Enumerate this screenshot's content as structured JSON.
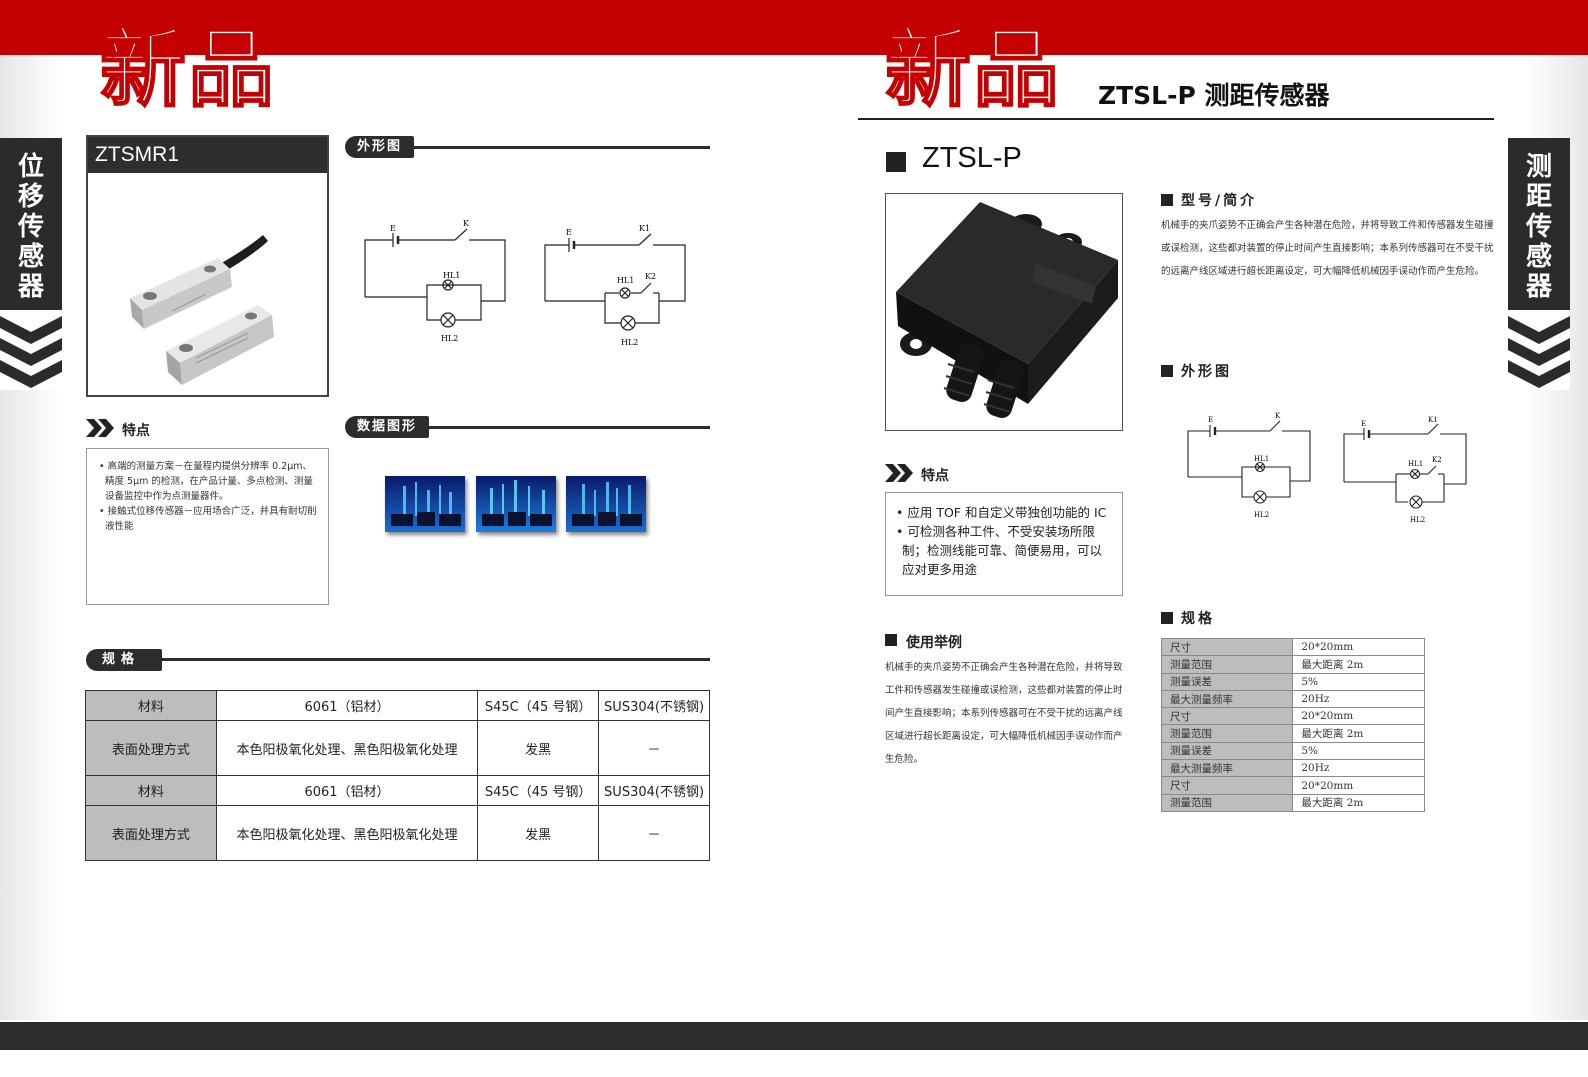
{
  "left_page": {
    "header_title": "新品",
    "side_tab_chars": [
      "位",
      "移",
      "传",
      "感",
      "器"
    ],
    "product_card": {
      "name": "ZTSMR1"
    },
    "outline_label": "外形图",
    "circuit_a": {
      "labels": [
        "E",
        "K",
        "HL1",
        "HL2"
      ]
    },
    "circuit_b": {
      "labels": [
        "E",
        "K1",
        "HL1",
        "K2",
        "HL2"
      ]
    },
    "features": {
      "title": "特点",
      "items": [
        "高端的测量方案－在量程内提供分辨率 0.2μm、精度 5μm 的检测，在产品计量、多点检测、测量设备监控中作为点测量器件。",
        "接触式位移传感器－应用场合广泛，并具有耐切削液性能"
      ]
    },
    "data_graph_label": "数据图形",
    "spec_label": "规格",
    "spec_table": [
      [
        "材料",
        "6061（铝材）",
        "S45C（45 号钢）",
        "SUS304(不锈钢)"
      ],
      [
        "表面处理方式",
        "本色阳极氧化处理、黑色阳极氧化处理",
        "发黑",
        "－"
      ],
      [
        "材料",
        "6061（铝材）",
        "S45C（45 号钢）",
        "SUS304(不锈钢)"
      ],
      [
        "表面处理方式",
        "本色阳极氧化处理、黑色阳极氧化处理",
        "发黑",
        "－"
      ]
    ]
  },
  "right_page": {
    "header_title": "新品",
    "header_subtitle": "ZTSL-P 测距传感器",
    "side_tab_chars": [
      "测",
      "距",
      "传",
      "感",
      "器"
    ],
    "model_heading": "ZTSL-P",
    "intro": {
      "title": "型号/简介",
      "text": "机械手的夹爪姿势不正确会产生各种潜在危险，并将导致工件和传感器发生碰撞或误检测，这些都对装置的停止时间产生直接影响；本系列传感器可在不受干扰的远离产线区域进行超长距离设定，可大幅降低机械因手误动作而产生危险。"
    },
    "outline_title": "外形图",
    "circuit_a": {
      "labels": [
        "E",
        "K",
        "HL1",
        "HL2"
      ]
    },
    "circuit_b": {
      "labels": [
        "E",
        "K1",
        "HL1",
        "K2",
        "HL2"
      ]
    },
    "features": {
      "title": "特点",
      "items": [
        "应用 TOF 和自定义带独创功能的 IC",
        "可检测各种工件、不受安装场所限制；检测线能可靠、简便易用，可以应对更多用途"
      ]
    },
    "usage": {
      "title": "使用举例",
      "text": "机械手的夹爪姿势不正确会产生各种潜在危险，并将导致工件和传感器发生碰撞或误检测，这些都对装置的停止时间产生直接影响；本系列传感器可在不受干扰的远离产线区域进行超长距离设定，可大幅降低机械因手误动作而产生危险。"
    },
    "spec_title": "规格",
    "spec_table": [
      [
        "尺寸",
        "20*20mm"
      ],
      [
        "测量范围",
        "最大距离 2m"
      ],
      [
        "测量误差",
        "5%"
      ],
      [
        "最大测量频率",
        "20Hz"
      ],
      [
        "尺寸",
        "20*20mm"
      ],
      [
        "测量范围",
        "最大距离 2m"
      ],
      [
        "测量误差",
        "5%"
      ],
      [
        "最大测量频率",
        "20Hz"
      ],
      [
        "尺寸",
        "20*20mm"
      ],
      [
        "测量范围",
        "最大距离 2m"
      ]
    ]
  },
  "colors": {
    "brand_red": "#c40000",
    "dark": "#2c2c2c",
    "table_header": "#bdbdbd"
  }
}
